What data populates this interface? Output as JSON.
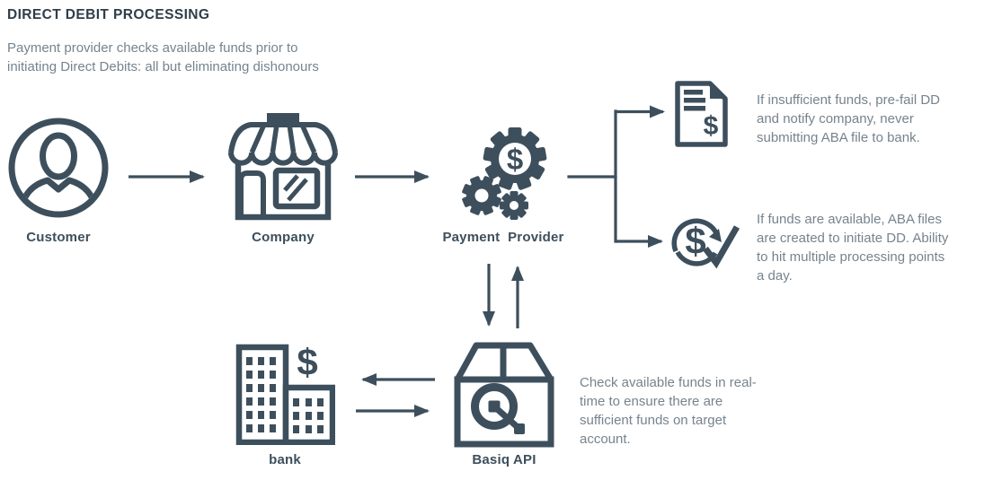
{
  "title": "DIRECT DEBIT PROCESSING",
  "subtitle": "Payment provider checks available funds prior to\ninitiating Direct Debits: all but eliminating dishonours",
  "colors": {
    "primary": "#3d4f5c",
    "title_text": "#2f3e48",
    "muted_text": "#76838e",
    "background": "#ffffff"
  },
  "nodes": {
    "customer": {
      "label": "Customer",
      "icon": "customer-avatar-icon"
    },
    "company": {
      "label": "Company",
      "icon": "storefront-icon"
    },
    "payment_provider": {
      "label": "Payment  Provider",
      "icon": "gears-dollar-icon"
    },
    "bank": {
      "label": "bank",
      "icon": "bank-buildings-dollar-icon"
    },
    "basiq_api": {
      "label": "Basiq API",
      "icon": "basiq-package-icon"
    }
  },
  "annotations": {
    "insufficient_funds": {
      "icon": "dollar-invoice-icon",
      "text": "If insufficient funds, pre-fail DD\nand notify company, never\nsubmitting ABA file to bank."
    },
    "funds_available": {
      "icon": "dollar-cycle-check-icon",
      "text": "If funds are available, ABA files\nare created to initiate DD. Ability\nto hit multiple processing points\na day."
    },
    "realtime_check": {
      "text": "Check available funds in real-\ntime to ensure there are\nsufficient funds on target\naccount."
    }
  },
  "flows": [
    "customer->company",
    "company->payment_provider",
    "payment_provider->insufficient_funds",
    "payment_provider->funds_available",
    "payment_provider<->basiq_api",
    "basiq_api<->bank"
  ]
}
